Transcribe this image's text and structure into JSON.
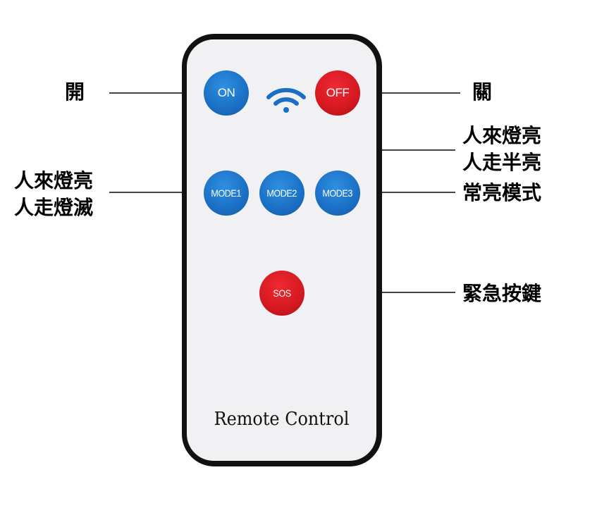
{
  "buttons": {
    "on": "ON",
    "off": "OFF",
    "mode1": "MODE1",
    "mode2": "MODE2",
    "mode3": "MODE3",
    "sos": "SOS"
  },
  "remote_label": "Remote Control",
  "labels": {
    "on": "開",
    "off": "關",
    "mode1": [
      "人來燈亮",
      "人走燈滅"
    ],
    "mode2": [
      "人來燈亮",
      "人走半亮"
    ],
    "mode3": "常亮模式",
    "sos": "緊急按鍵"
  },
  "colors": {
    "blue_button": "#1a6fc4",
    "red_button": "#d51820",
    "remote_frame": "#111111",
    "remote_face": "#f1f1f3"
  },
  "icons": [
    "wifi-signal-icon"
  ]
}
